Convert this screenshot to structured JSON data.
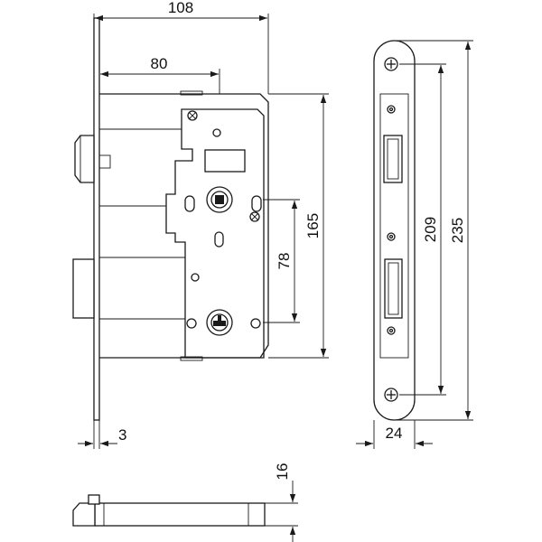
{
  "dimensions": {
    "overall_width": "108",
    "backset": "80",
    "forend_thickness": "3",
    "case_height": "165",
    "center_distance": "78",
    "faceplate_screw_distance": "209",
    "faceplate_length": "235",
    "faceplate_width": "24",
    "forend_depth": "16"
  },
  "colors": {
    "line": "#1a1a1a",
    "background": "#ffffff"
  }
}
